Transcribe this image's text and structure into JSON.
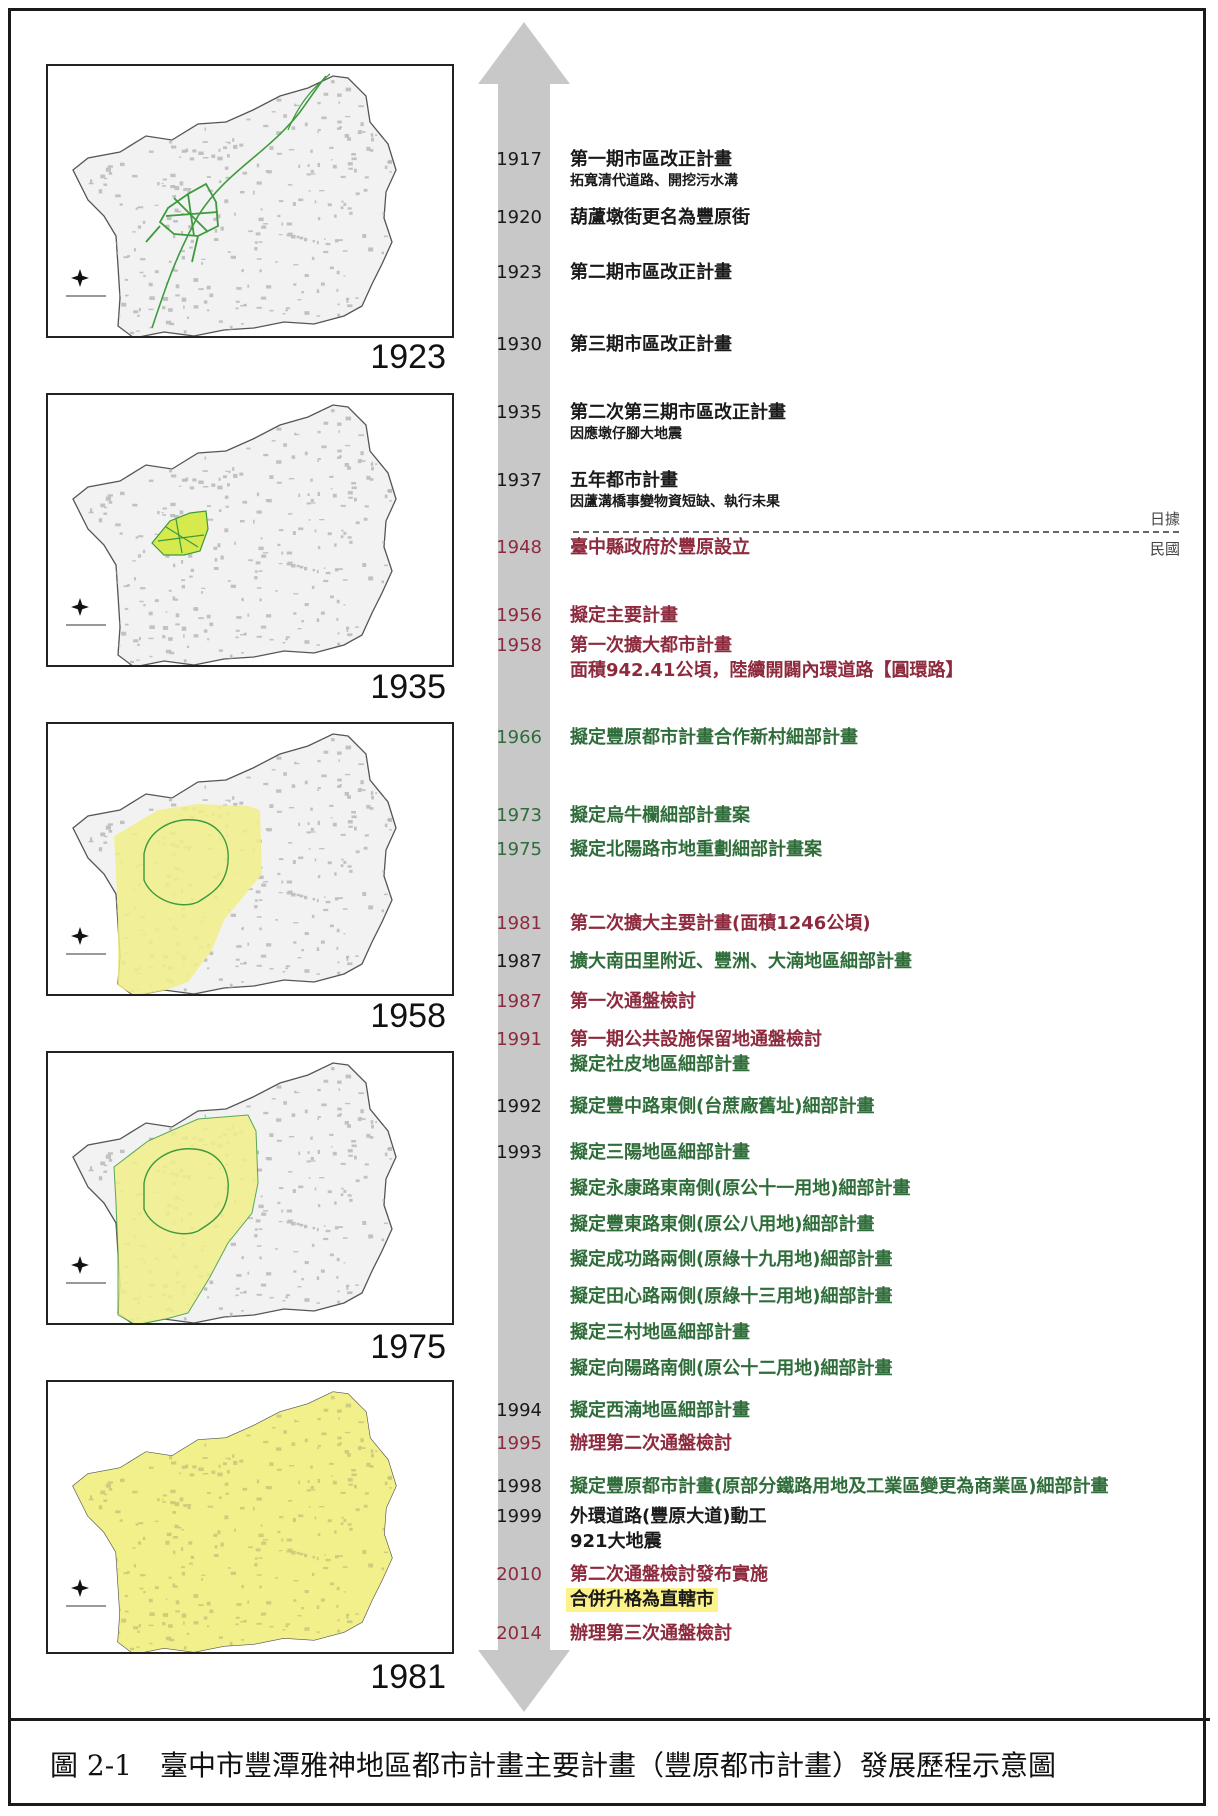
{
  "maps": [
    {
      "year": "1923",
      "stage": "plan-1923"
    },
    {
      "year": "1935",
      "stage": "plan-1935"
    },
    {
      "year": "1958",
      "stage": "plan-1958"
    },
    {
      "year": "1975",
      "stage": "plan-1975"
    },
    {
      "year": "1981",
      "stage": "plan-1981"
    }
  ],
  "era_labels": {
    "before": "日據",
    "after": "民國"
  },
  "colors": {
    "black": "#1a1a1a",
    "red": "#8e2a3e",
    "green": "#2f6d3a",
    "highlight": "#fbf28a",
    "plan_yellow": "#f1f08a",
    "route_green": "#3d9a3d",
    "axis_gray": "#c8c8c8"
  },
  "timeline": [
    {
      "year": "1917",
      "text": "第一期市區改正計畫",
      "sub": "拓寬清代道路、開挖污水溝",
      "color": "black"
    },
    {
      "year": "1920",
      "text": "葫蘆墩街更名為豐原街",
      "color": "black"
    },
    {
      "year": "1923",
      "text": "第二期市區改正計畫",
      "color": "black"
    },
    {
      "year": "1930",
      "text": "第三期市區改正計畫",
      "color": "black"
    },
    {
      "year": "1935",
      "text": "第二次第三期市區改正計畫",
      "sub": "因應墩仔腳大地震",
      "color": "black"
    },
    {
      "year": "1937",
      "text": "五年都市計畫",
      "sub": "因蘆溝橋事變物資短缺、執行未果",
      "color": "black"
    },
    {
      "year": "1948",
      "text": "臺中縣政府於豐原設立",
      "color": "red"
    },
    {
      "year": "1956",
      "text": "擬定主要計畫",
      "color": "red"
    },
    {
      "year": "1958",
      "text": "第一次擴大都市計畫",
      "line2": "面積942.41公頃，陸續開闢內環道路【圓環路】",
      "color": "red"
    },
    {
      "year": "1966",
      "text": "擬定豐原都市計畫合作新村細部計畫",
      "color": "green"
    },
    {
      "year": "1973",
      "text": "擬定烏牛欄細部計畫案",
      "color": "green"
    },
    {
      "year": "1975",
      "text": "擬定北陽路市地重劃細部計畫案",
      "color": "green"
    },
    {
      "year": "1981",
      "text": "第二次擴大主要計畫(面積1246公頃)",
      "color": "red"
    },
    {
      "year": "1987",
      "text": "擴大南田里附近、豐洲、大湳地區細部計畫",
      "color": "green",
      "year_color": "black"
    },
    {
      "year": "1987",
      "text": "第一次通盤檢討",
      "color": "red"
    },
    {
      "year": "1991",
      "text": "第一期公共設施保留地通盤檢討",
      "line2": "擬定社皮地區細部計畫",
      "color": "red",
      "line2_color": "green"
    },
    {
      "year": "1992",
      "text": "擬定豐中路東側(台蔗廠舊址)細部計畫",
      "color": "green",
      "year_color": "black"
    },
    {
      "year": "1993",
      "text": "擬定三陽地區細部計畫",
      "color": "green",
      "year_color": "black"
    },
    {
      "year": "",
      "text": "擬定永康路東南側(原公十一用地)細部計畫",
      "color": "green"
    },
    {
      "year": "",
      "text": "擬定豐東路東側(原公八用地)細部計畫",
      "color": "green"
    },
    {
      "year": "",
      "text": "擬定成功路兩側(原綠十九用地)細部計畫",
      "color": "green"
    },
    {
      "year": "",
      "text": "擬定田心路兩側(原綠十三用地)細部計畫",
      "color": "green"
    },
    {
      "year": "",
      "text": "擬定三村地區細部計畫",
      "color": "green"
    },
    {
      "year": "",
      "text": "擬定向陽路南側(原公十二用地)細部計畫",
      "color": "green"
    },
    {
      "year": "1994",
      "text": "擬定西湳地區細部計畫",
      "color": "green",
      "year_color": "black"
    },
    {
      "year": "1995",
      "text": "辦理第二次通盤檢討",
      "color": "red"
    },
    {
      "year": "1998",
      "text": "擬定豐原都市計畫(原部分鐵路用地及工業區變更為商業區)細部計畫",
      "color": "green",
      "year_color": "black"
    },
    {
      "year": "1999",
      "text": "外環道路(豐原大道)動工",
      "line2": "921大地震",
      "color": "black"
    },
    {
      "year": "2010",
      "text": "第二次通盤檢討發布實施",
      "line2": "合併升格為直轄市",
      "color": "red",
      "line2_color": "black",
      "line2_highlight": true
    },
    {
      "year": "2014",
      "text": "辦理第三次通盤檢討",
      "color": "red"
    }
  ],
  "caption": {
    "figure_no": "圖 2-1",
    "title": "臺中市豐潭雅神地區都市計畫主要計畫（豐原都市計畫）發展歷程示意圖"
  }
}
